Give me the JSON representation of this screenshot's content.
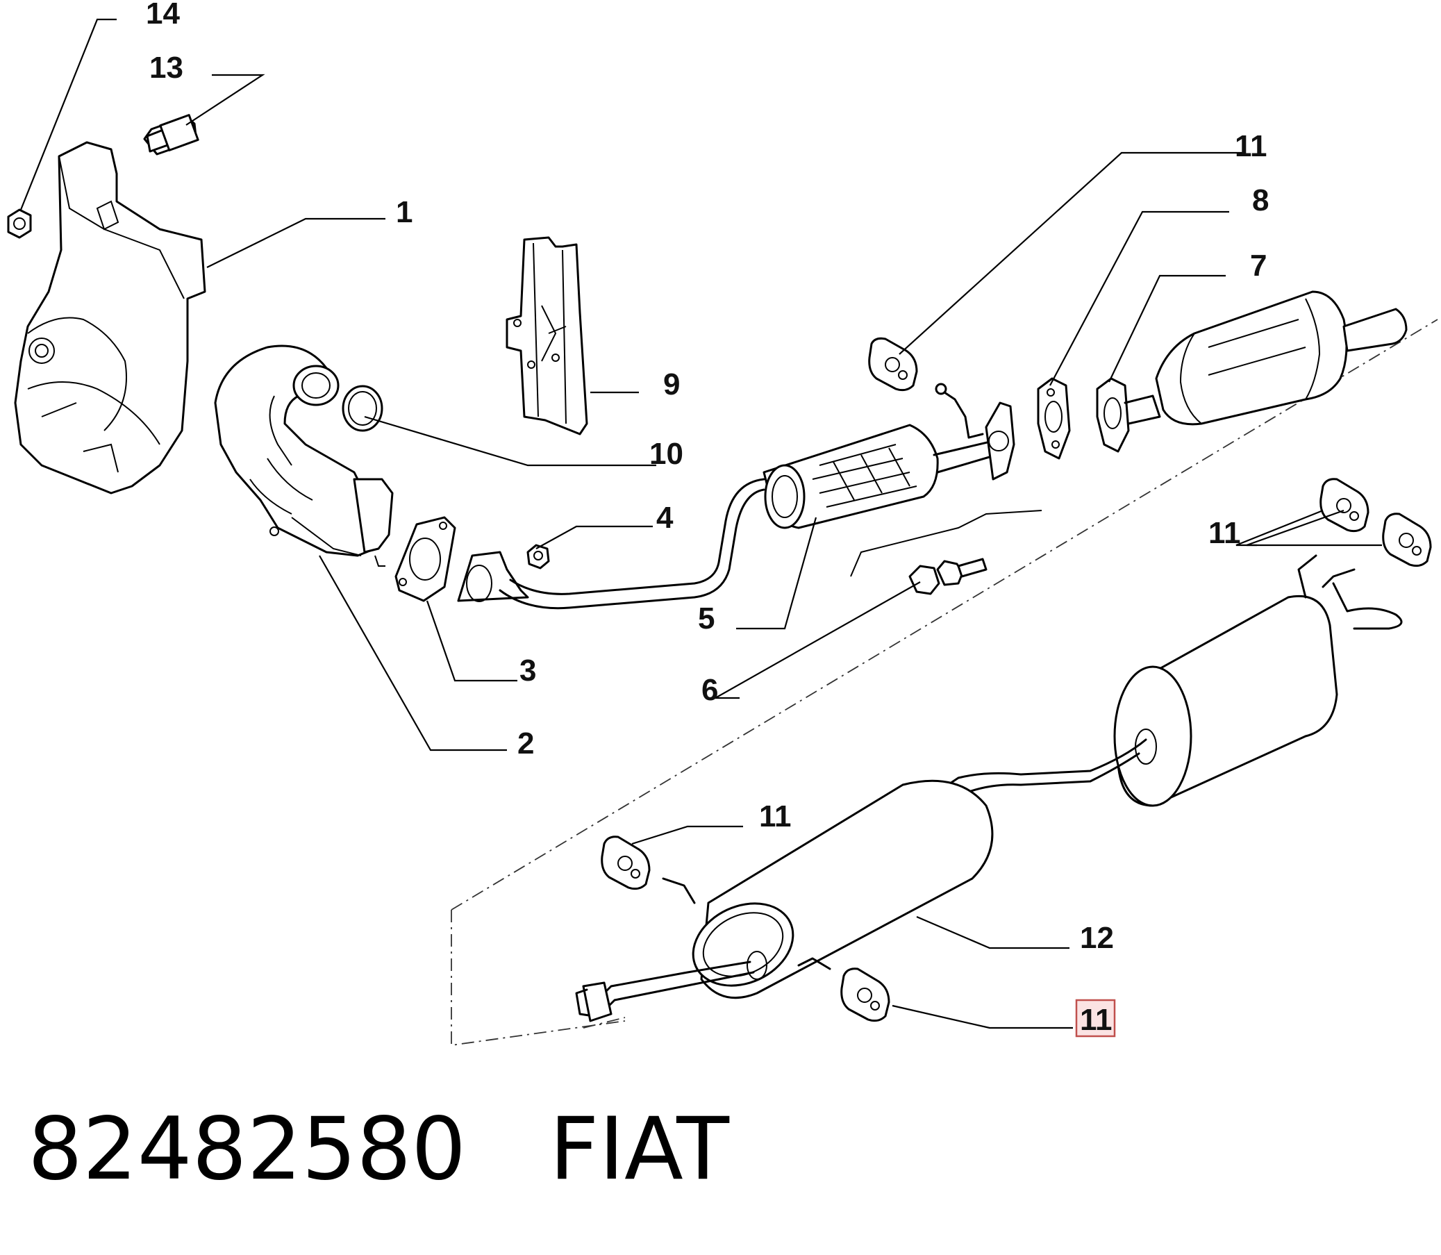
{
  "callouts": {
    "c14": "14",
    "c13": "13",
    "c1": "1",
    "c11a": "11",
    "c8": "8",
    "c7": "7",
    "c9": "9",
    "c10": "10",
    "c4": "4",
    "c11b": "11",
    "c5": "5",
    "c3": "3",
    "c6": "6",
    "c2": "2",
    "c11c": "11",
    "c12": "12",
    "c11d": "11"
  },
  "highlighted_callout": "11",
  "footer": {
    "part_number": "82482580",
    "brand": "FIAT"
  },
  "colors": {
    "highlight_fill": "#fbe3e3",
    "highlight_border": "#c0504d"
  }
}
